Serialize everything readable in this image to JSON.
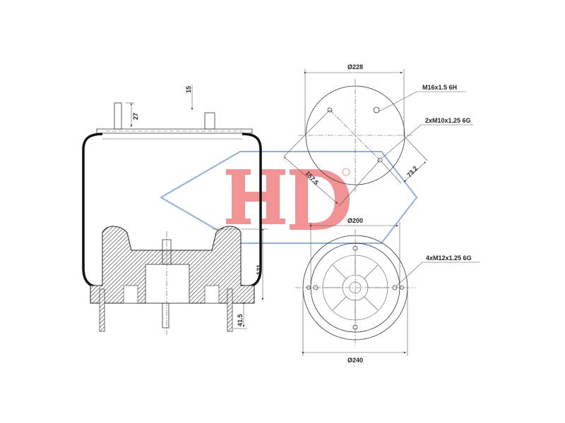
{
  "logo": {
    "text": "HD",
    "registered": "®",
    "letter_color": "#f08080",
    "outline_color": "#8fb0dc"
  },
  "side_view": {
    "dims": {
      "top_offset": "15",
      "stud_height": "27",
      "piston_height": "121",
      "bottom_stud_length": "41.5"
    }
  },
  "top_view": {
    "diameter": "Ø228",
    "thread_air": "M16x1.5 6H",
    "thread_studs": "2xM10x1.25 6G",
    "spacing_diag": "157.5",
    "offset": "73.2"
  },
  "bottom_view": {
    "inner_diameter": "Ø200",
    "outer_diameter": "Ø240",
    "thread_studs": "4xM12x1.25 6G"
  }
}
